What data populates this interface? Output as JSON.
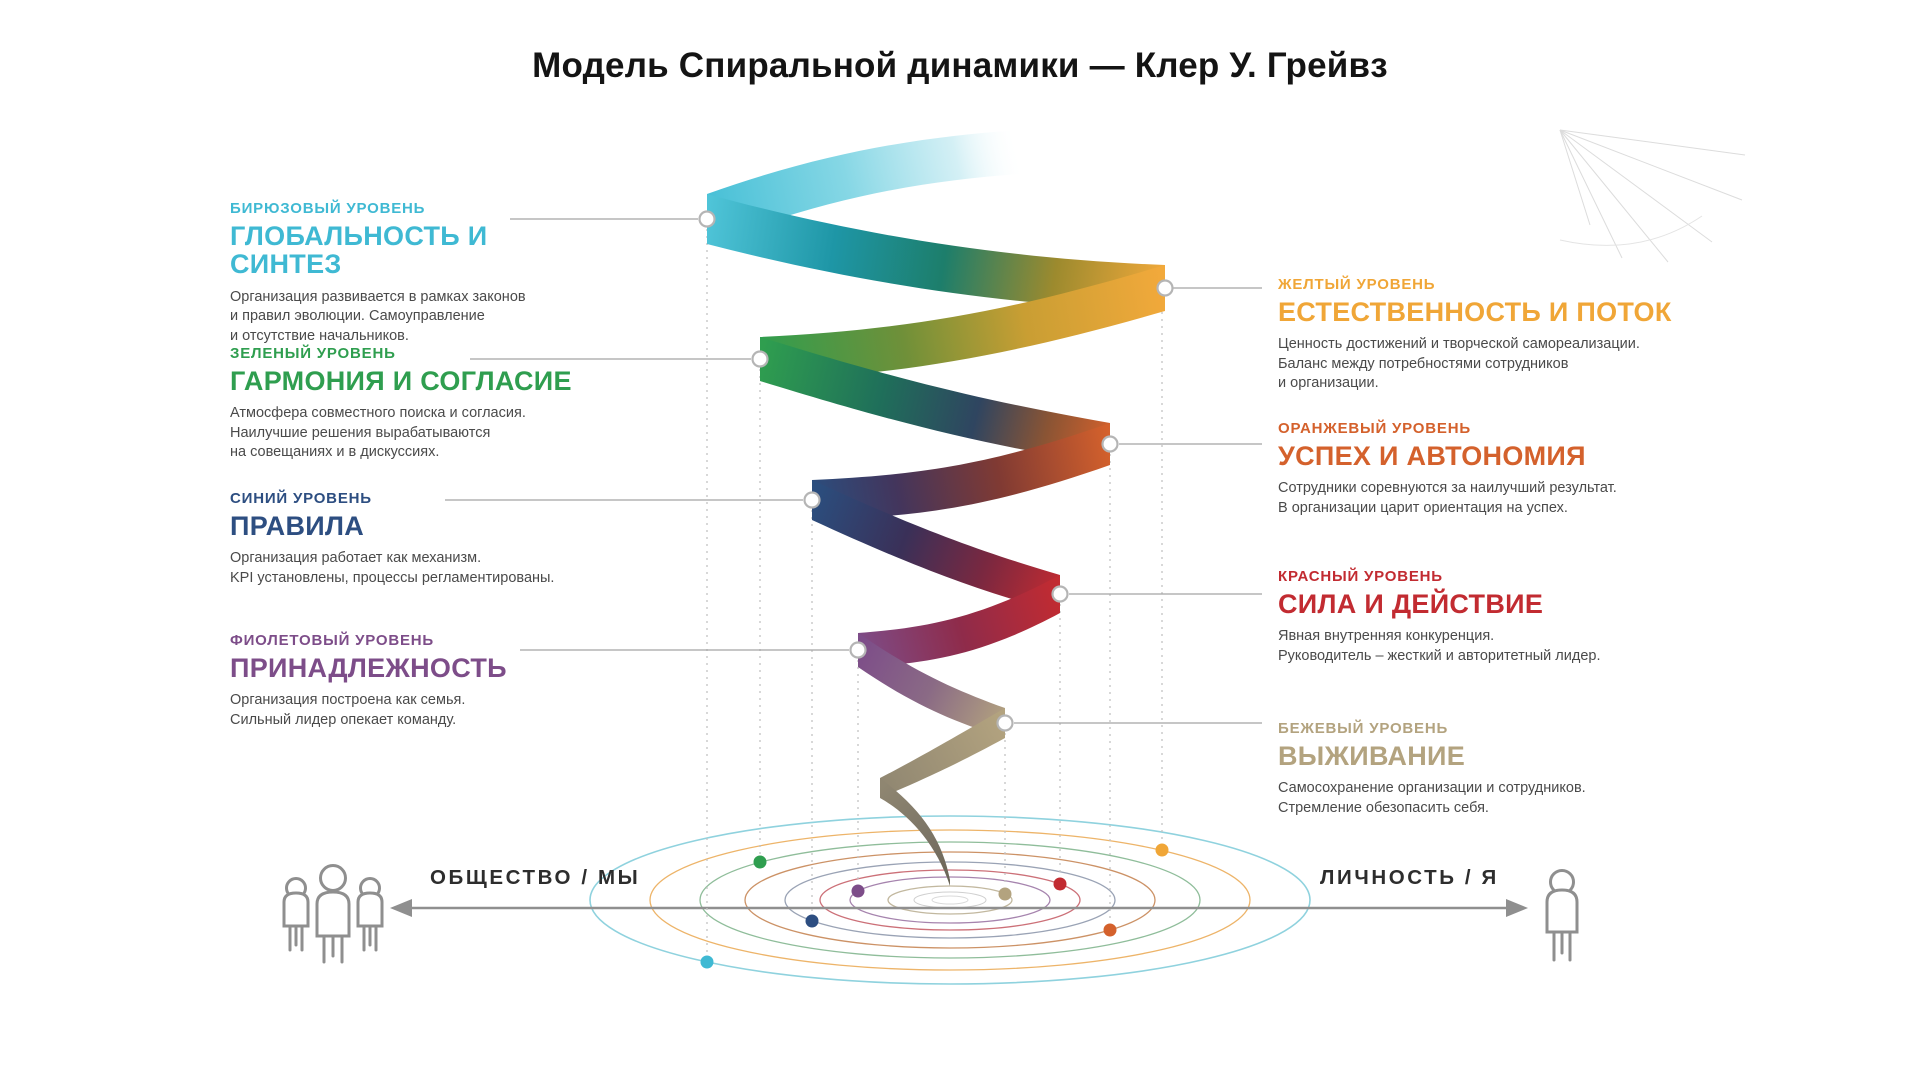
{
  "title": "Модель Спиральной динамики — Клер У. Грейвз",
  "levels": [
    {
      "id": "turquoise",
      "side": "left",
      "name": "БИРЮЗОВЫЙ УРОВЕНЬ",
      "title": "ГЛОБАЛЬНОСТЬ И СИНТЕЗ",
      "desc": "Организация развивается в рамках законов\nи правил эволюции. Самоуправление\nи отсутствие начальников.",
      "color": "#3FB9D3"
    },
    {
      "id": "yellow",
      "side": "right",
      "name": "ЖЕЛТЫЙ УРОВЕНЬ",
      "title": "ЕСТЕСТВЕННОСТЬ И ПОТОК",
      "desc": "Ценность достижений и творческой самореализации.\nБаланс между потребностями сотрудников\nи организации.",
      "color": "#F0A637"
    },
    {
      "id": "green",
      "side": "left",
      "name": "ЗЕЛЕНЫЙ УРОВЕНЬ",
      "title": "ГАРМОНИЯ И СОГЛАСИЕ",
      "desc": "Атмосфера совместного поиска и согласия.\nНаилучшие решения вырабатываются\nна совещаниях и в дискуссиях.",
      "color": "#2F9E4F"
    },
    {
      "id": "orange",
      "side": "right",
      "name": "ОРАНЖЕВЫЙ УРОВЕНЬ",
      "title": "УСПЕХ И АВТОНОМИЯ",
      "desc": "Сотрудники соревнуются за наилучший результат.\nВ организации царит ориентация на успех.",
      "color": "#D4612C"
    },
    {
      "id": "blue",
      "side": "left",
      "name": "СИНИЙ УРОВЕНЬ",
      "title": "ПРАВИЛА",
      "desc": "Организация работает как механизм.\nKPI установлены, процессы регламентированы.",
      "color": "#2D4E81"
    },
    {
      "id": "red",
      "side": "right",
      "name": "КРАСНЫЙ УРОВЕНЬ",
      "title": "СИЛА И ДЕЙСТВИЕ",
      "desc": "Явная внутренняя конкуренция.\nРуководитель – жесткий и авторитетный лидер.",
      "color": "#C22B31"
    },
    {
      "id": "purple",
      "side": "left",
      "name": "ФИОЛЕТОВЫЙ УРОВЕНЬ",
      "title": "ПРИНАДЛЕЖНОСТЬ",
      "desc": "Организация построена как семья.\nСильный лидер опекает команду.",
      "color": "#7D4D89"
    },
    {
      "id": "beige",
      "side": "right",
      "name": "БЕЖЕВЫЙ УРОВЕНЬ",
      "title": "ВЫЖИВАНИЕ",
      "desc": "Самосохранение организации и сотрудников.\nСтремление обезопасить себя.",
      "color": "#B3A37F"
    }
  ],
  "axis": {
    "left_label": "ОБЩЕСТВО / МЫ",
    "right_label": "ЛИЧНОСТЬ / Я"
  }
}
